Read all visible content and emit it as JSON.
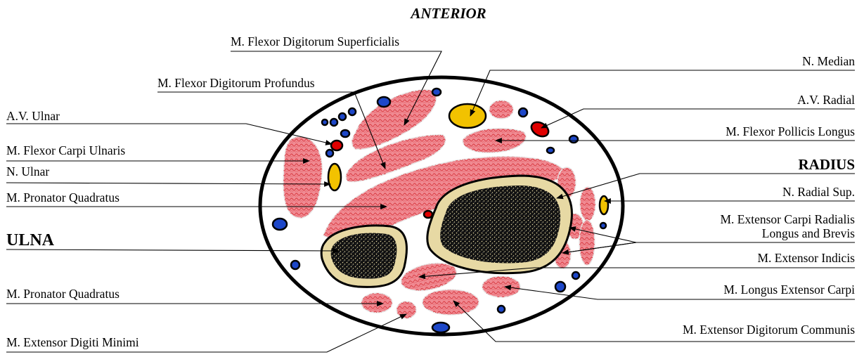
{
  "title": "ANTERIOR",
  "bones": {
    "radius": "RADIUS",
    "ulna": "ULNA"
  },
  "labels_left": [
    "M. Flexor Digitorum Superficialis",
    "M. Flexor Digitorum Profundus",
    "A.V. Ulnar",
    "M. Flexor Carpi Ulnaris",
    "N. Ulnar",
    "M. Pronator Quadratus",
    "M. Pronator Quadratus",
    "M. Extensor Digiti Minimi"
  ],
  "labels_right": [
    "N. Median",
    "A.V. Radial",
    "M. Flexor Pollicis Longus",
    "N. Radial Sup.",
    "M. Extensor Carpi Radialis",
    "Longus and Brevis",
    "M. Extensor Indicis",
    "M. Longus Extensor Carpi",
    "M. Extensor Digitorum Communis"
  ],
  "colors": {
    "muscle": "#f08a92",
    "nerve": "#f2c200",
    "artery": "#e00000",
    "vein": "#1d47c8",
    "bone": "#e7d9a4",
    "marrow": "#111111"
  }
}
